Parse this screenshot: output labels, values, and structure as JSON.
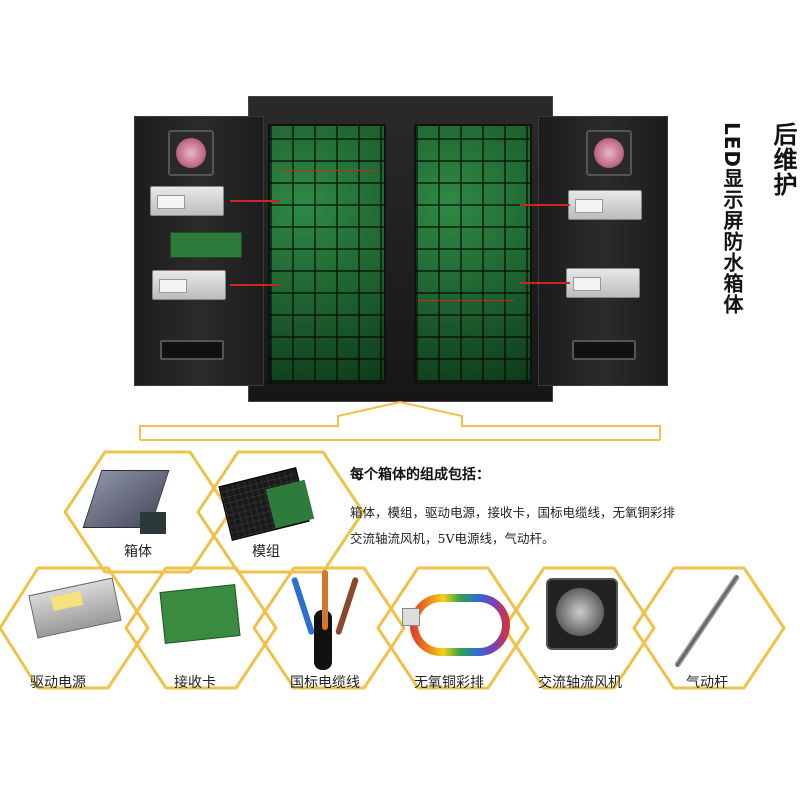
{
  "title_side": "后维护",
  "title_vertical": "LED显示屏防水箱体",
  "info": {
    "heading": "每个箱体的组成包括：",
    "line1": "箱体，模组，驱动电源，接收卡，国标电缆线，无氧铜彩排",
    "line2": "交流轴流风机，5V电源线，气动杆。"
  },
  "components": [
    {
      "label": "箱体",
      "icon": "cabinet-icon"
    },
    {
      "label": "模组",
      "icon": "module-icon"
    },
    {
      "label": "驱动电源",
      "icon": "power-supply-icon"
    },
    {
      "label": "接收卡",
      "icon": "receiver-card-icon"
    },
    {
      "label": "国标电缆线",
      "icon": "cable-icon"
    },
    {
      "label": "无氧铜彩排",
      "icon": "ribbon-cable-icon"
    },
    {
      "label": "交流轴流风机",
      "icon": "fan-icon"
    },
    {
      "label": "气动杆",
      "icon": "gas-strut-icon"
    }
  ],
  "colors": {
    "hex_outline": "#f0c24a",
    "led_green": "#2f8a45",
    "cabinet_black": "#1c1c1c"
  }
}
